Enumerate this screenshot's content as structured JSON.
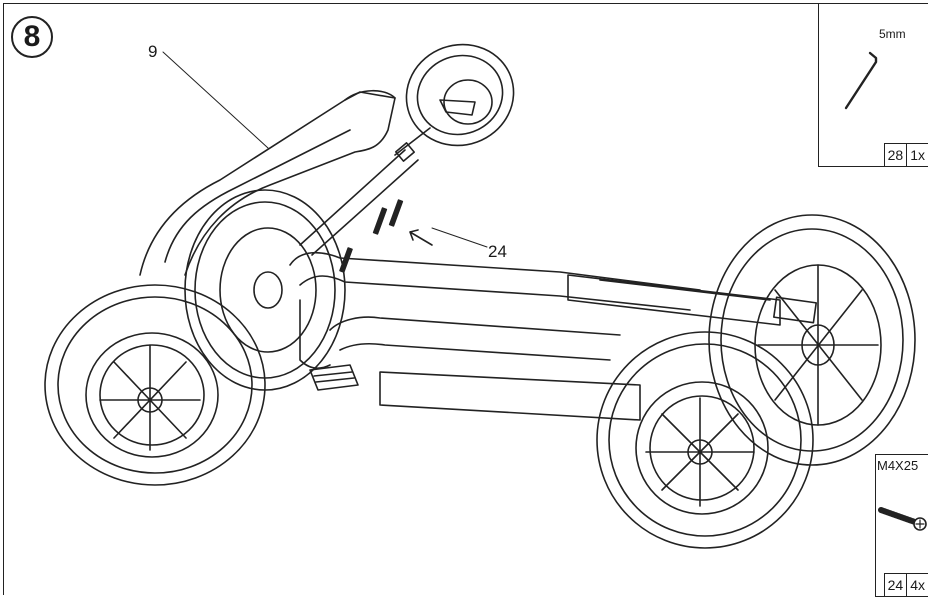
{
  "step": {
    "number": "8"
  },
  "callouts": {
    "frame_part": "9",
    "bolt_part": "24"
  },
  "tool": {
    "size_label": "5mm",
    "part_number": "28",
    "quantity": "1x",
    "icon": "hex-key-icon"
  },
  "hardware": {
    "spec_label": "M4X25",
    "part_number": "24",
    "quantity": "4x",
    "icon": "screw-icon"
  }
}
